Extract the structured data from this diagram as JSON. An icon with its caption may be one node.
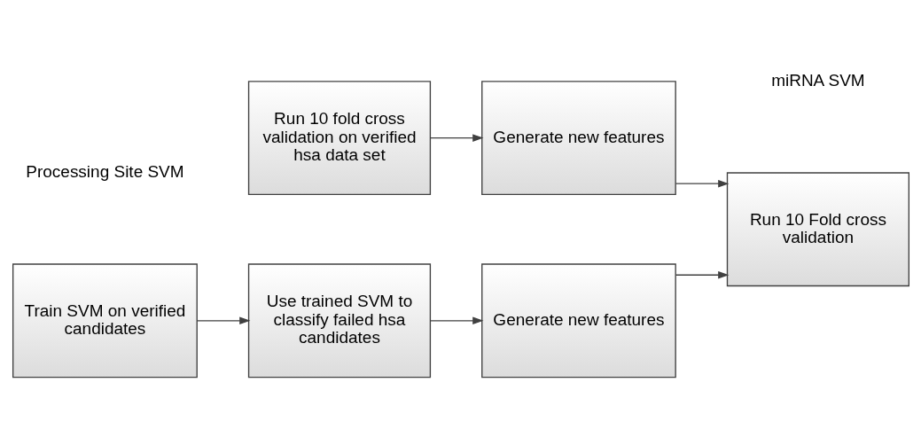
{
  "diagram": {
    "nodes": [
      {
        "text": [
          "Run 10 fold cross validation on verified hsa data set"
        ]
      },
      {
        "text": [
          "Generate new features"
        ]
      },
      {
        "text": [
          "Run 10 Fold cross validation"
        ]
      },
      {
        "text": [
          "Train SVM on verified candidates"
        ]
      },
      {
        "text": [
          "Use trained SVM to classify failed hsa candidates"
        ]
      },
      {
        "text": [
          "Generate new features"
        ]
      }
    ],
    "edges": [
      {
        "from": 0,
        "to": 1,
        "arrow": "to"
      },
      {
        "from": 1,
        "to": 2,
        "arrow": "to"
      },
      {
        "from": 5,
        "to": 2,
        "arrow": "to"
      },
      {
        "from": 3,
        "to": 4,
        "arrow": "to"
      },
      {
        "from": 4,
        "to": 5,
        "arrow": "to"
      }
    ],
    "labels": [
      "Processing Site SVM",
      "miRNA SVM"
    ]
  }
}
